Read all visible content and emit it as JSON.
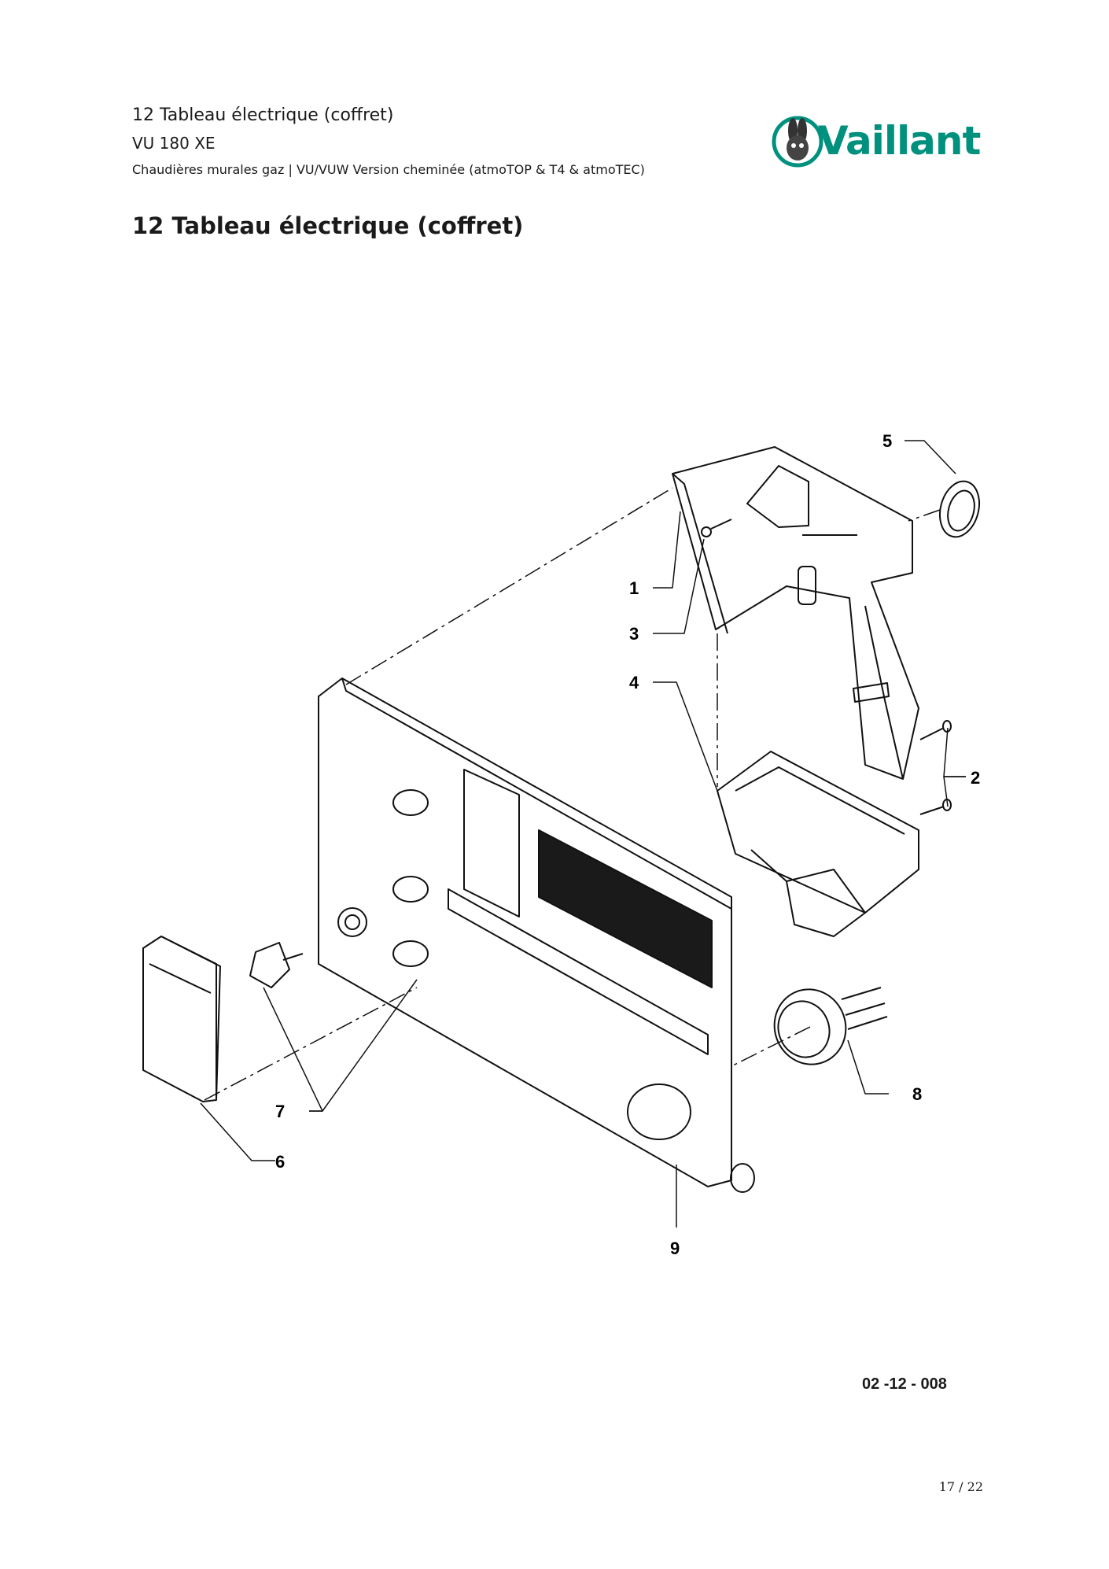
{
  "header": {
    "section": "12 Tableau électrique (coffret)",
    "model": "VU 180 XE",
    "product_line": "Chaudières murales gaz | VU/VUW Version cheminée (atmoTOP & T4 & atmoTEC)"
  },
  "brand": {
    "name": "Vaillant",
    "color": "#00917e"
  },
  "page_title": "12 Tableau électrique (coffret)",
  "diagram": {
    "callouts": [
      "1",
      "2",
      "3",
      "4",
      "5",
      "6",
      "7",
      "8",
      "9"
    ]
  },
  "figure_ref": "02 -12 - 008",
  "page_number": "17 / 22"
}
